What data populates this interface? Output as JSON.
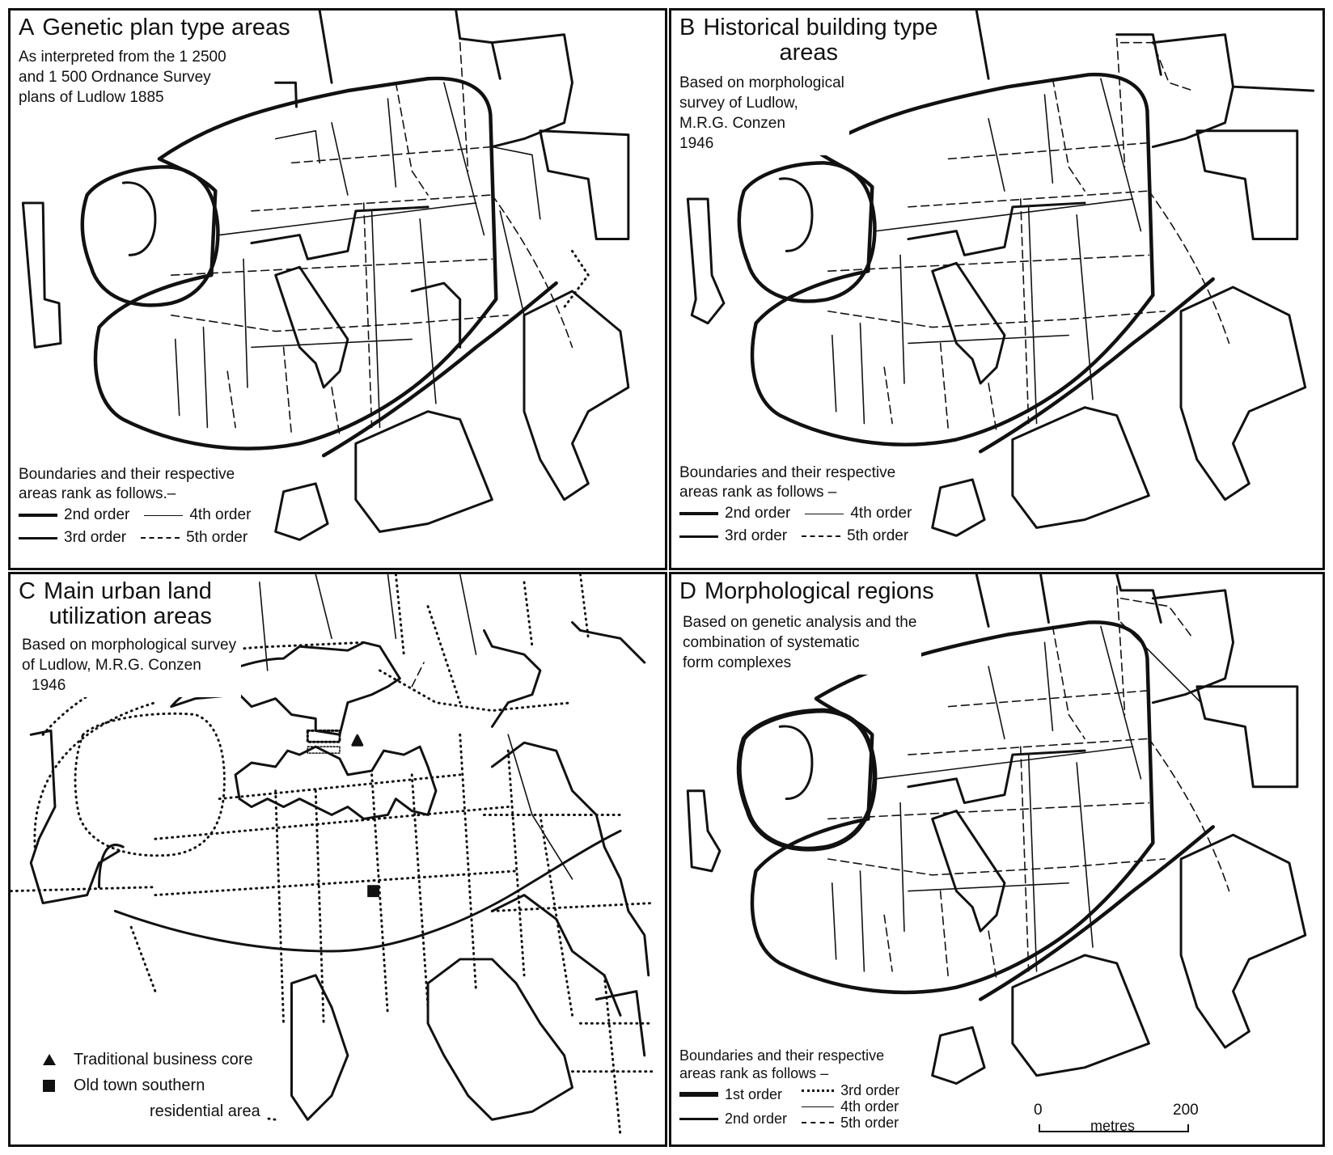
{
  "panels": {
    "a": {
      "letter": "A",
      "title": "Genetic plan type areas",
      "subtitle_lines": [
        "As interpreted from the 1 2500",
        "and 1 500 Ordnance Survey",
        "plans of Ludlow 1885"
      ],
      "legend": {
        "heading_lines": [
          "Boundaries and their respective",
          "areas rank as follows.–"
        ],
        "items": [
          "2nd order",
          "4th order",
          "3rd order",
          "5th order"
        ]
      }
    },
    "b": {
      "letter": "B",
      "title_line1": "Historical building type",
      "title_line2": "areas",
      "subtitle_lines": [
        "Based on morphological",
        "survey of Ludlow,",
        "M.R.G. Conzen",
        "1946"
      ],
      "legend": {
        "heading_lines": [
          "Boundaries and their respective",
          "areas rank as follows –"
        ],
        "items": [
          "2nd order",
          "4th order",
          "3rd order",
          "5th order"
        ]
      }
    },
    "c": {
      "letter": "C",
      "title_line1": "Main urban land",
      "title_line2": "utilization areas",
      "subtitle_lines": [
        "Based on morphological survey",
        "of Ludlow, M.R.G. Conzen",
        "1946"
      ],
      "key": {
        "triangle_label": "Traditional business core",
        "square_label_line1": "Old town southern",
        "square_label_line2": "residential area"
      }
    },
    "d": {
      "letter": "D",
      "title": "Morphological regions",
      "subtitle_lines": [
        "Based on genetic analysis and the",
        "combination of systematic",
        "form complexes"
      ],
      "legend": {
        "heading_lines": [
          "Boundaries and their respective",
          "areas rank as follows –"
        ],
        "items": [
          "1st order",
          "3rd order",
          "4th order",
          "2nd order",
          "5th order"
        ]
      },
      "scale": {
        "start": "0",
        "end": "200",
        "unit": "metres"
      }
    }
  }
}
